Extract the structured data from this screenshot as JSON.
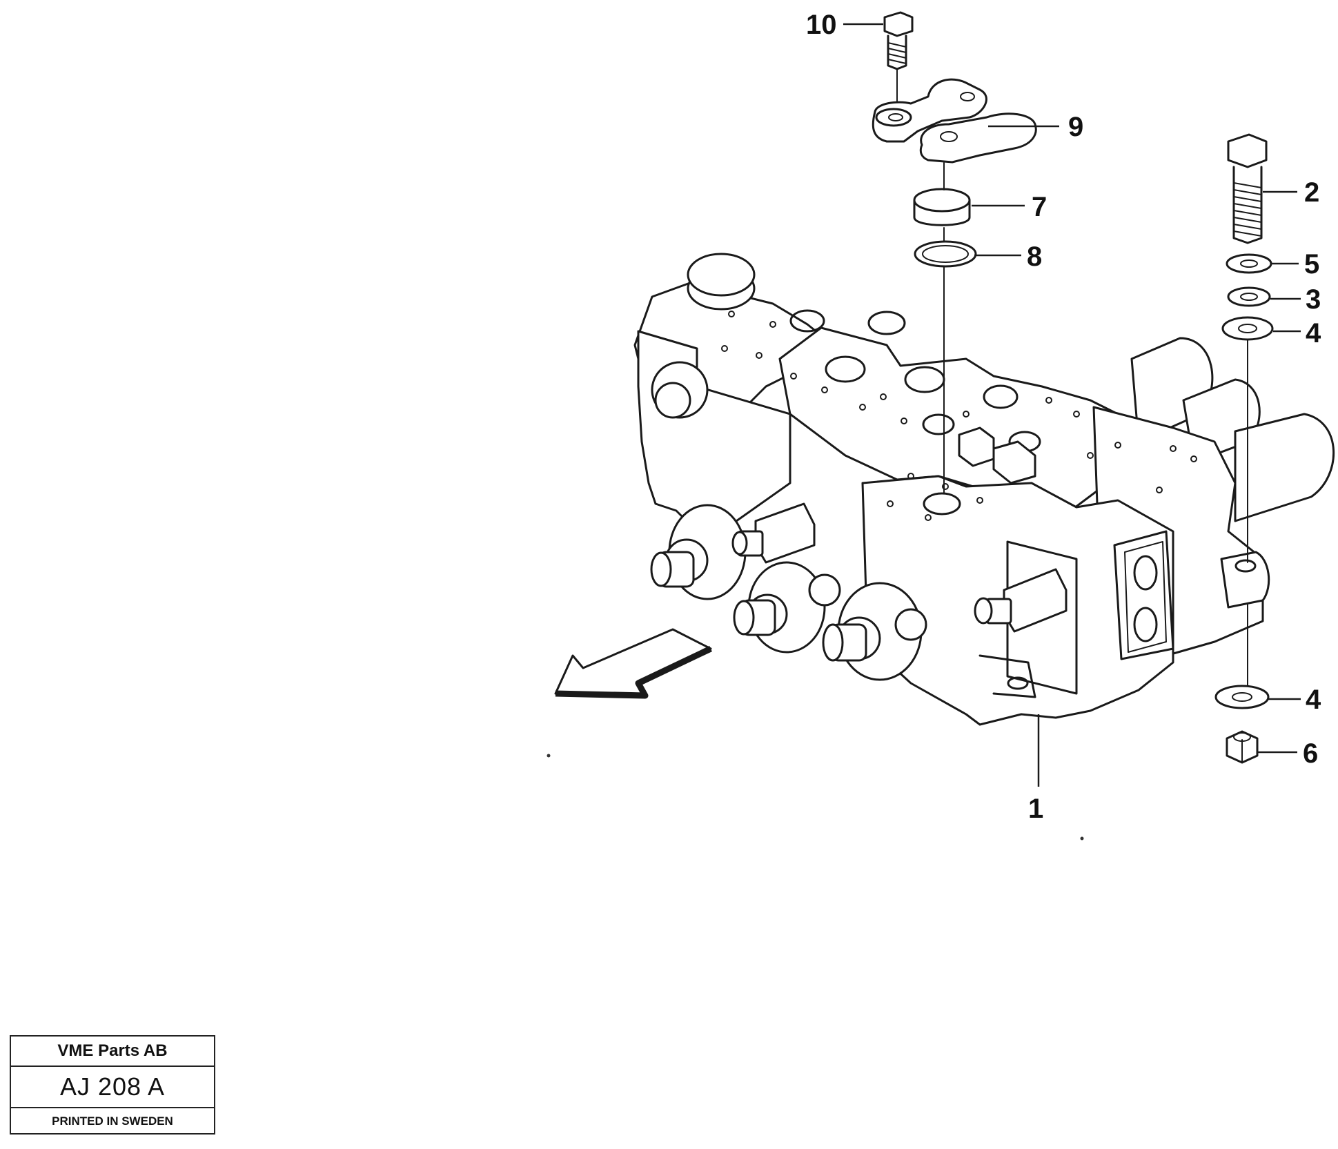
{
  "drawing": {
    "callouts": [
      {
        "id": "1",
        "label": "1"
      },
      {
        "id": "2",
        "label": "2"
      },
      {
        "id": "3",
        "label": "3"
      },
      {
        "id": "4a",
        "label": "4"
      },
      {
        "id": "4b",
        "label": "4"
      },
      {
        "id": "5",
        "label": "5"
      },
      {
        "id": "6",
        "label": "6"
      },
      {
        "id": "7",
        "label": "7"
      },
      {
        "id": "8",
        "label": "8"
      },
      {
        "id": "9",
        "label": "9"
      },
      {
        "id": "10",
        "label": "10"
      }
    ]
  },
  "title_block": {
    "company": "VME Parts AB",
    "code": "AJ 208  A",
    "printed": "PRINTED IN SWEDEN"
  }
}
